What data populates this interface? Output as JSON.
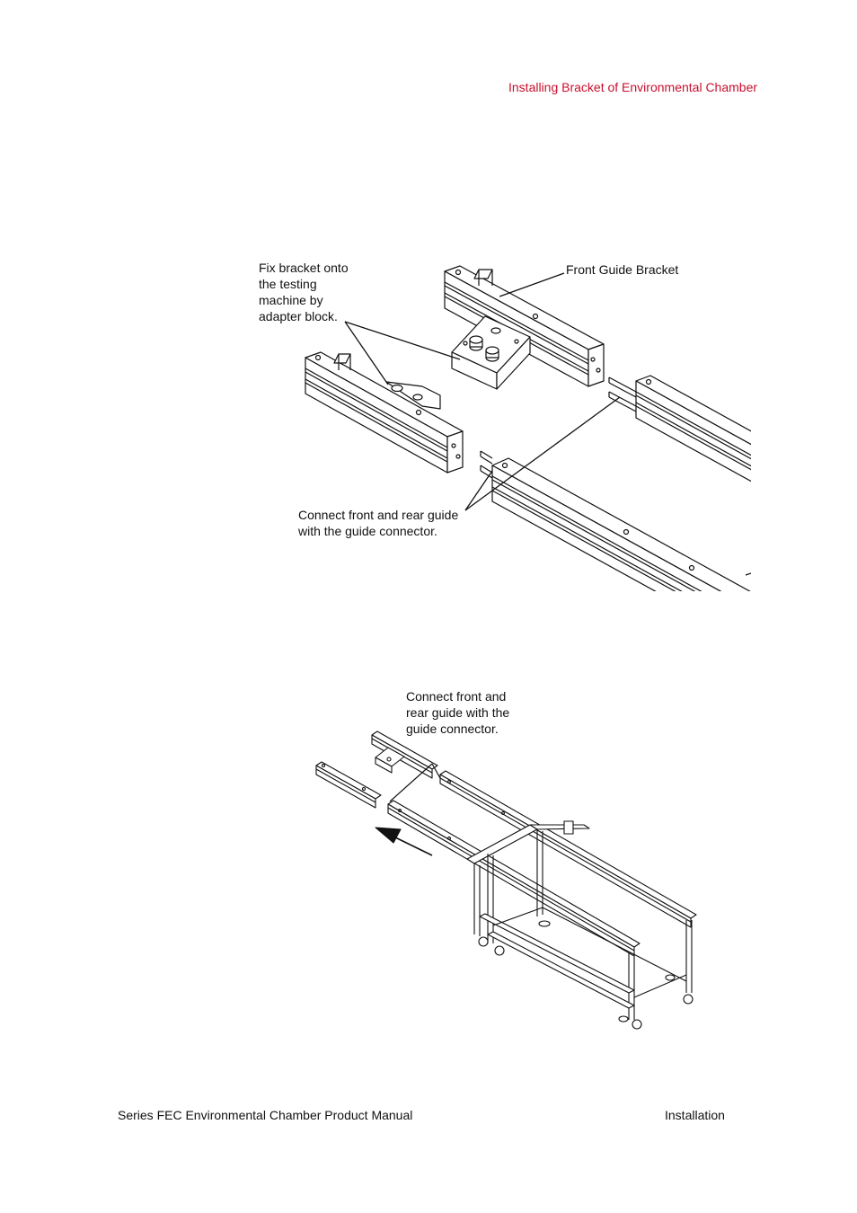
{
  "header": {
    "section_title": "Installing Bracket of Environmental Chamber"
  },
  "figure1": {
    "callout_fix_bracket": [
      "Fix bracket onto",
      "the testing",
      "machine by",
      "adapter block."
    ],
    "callout_front_guide": "Front Guide Bracket",
    "callout_connect": [
      "Connect front and rear guide",
      "with the guide connector."
    ]
  },
  "figure2": {
    "callout_connect": [
      "Connect front and",
      "rear guide with the",
      "guide connector."
    ]
  },
  "footer": {
    "manual_title": "Series FEC Environmental Chamber Product Manual",
    "section": "Installation"
  }
}
